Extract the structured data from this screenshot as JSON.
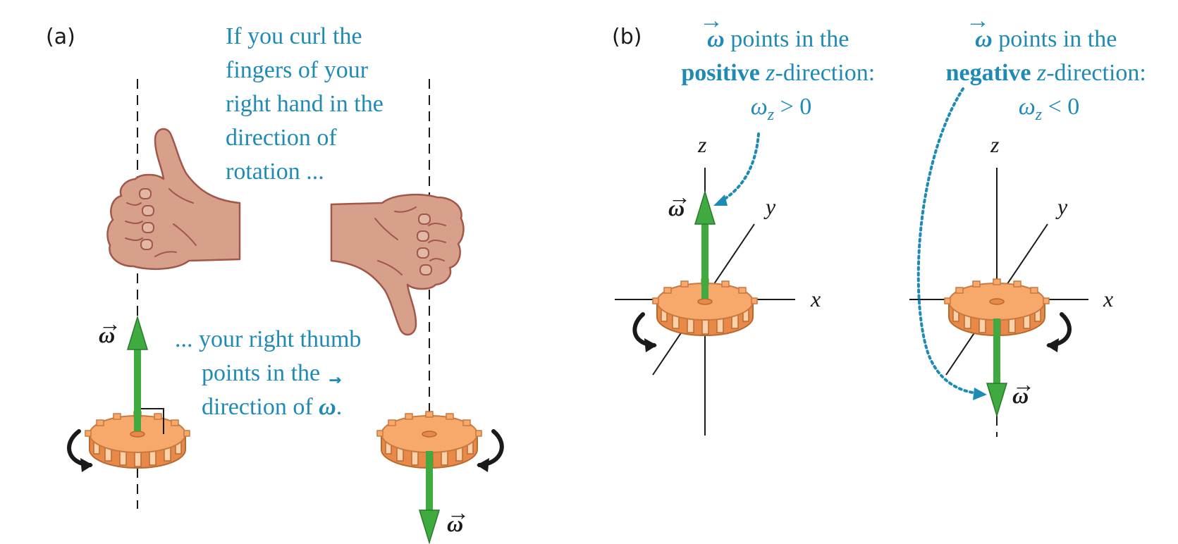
{
  "panel_a": {
    "label": "(a)",
    "caption_top": [
      "If you curl the",
      "fingers of your",
      "right hand in the",
      "direction of",
      "rotation ..."
    ],
    "caption_bottom": [
      "... your right thumb",
      "points in the",
      "direction of "
    ],
    "caption_bottom_symbol": "ω",
    "caption_bottom_end": ".",
    "omega_up": "ω",
    "omega_down": "ω"
  },
  "panel_b": {
    "label": "(b)",
    "left_caption": {
      "symbol": "ω",
      "line1_rest": " points in the",
      "line2_bold": "positive",
      "line2_z": " z",
      "line2_rest": "-direction:",
      "line3_sym": "ω",
      "line3_sub": "z",
      "line3_rest": " > 0"
    },
    "right_caption": {
      "symbol": "ω",
      "line1_rest": " points in the",
      "line2_bold": "negative",
      "line2_z": " z",
      "line2_rest": "-direction:",
      "line3_sym": "ω",
      "line3_sub": "z",
      "line3_rest": " < 0"
    },
    "axes": {
      "z": "z",
      "y": "y",
      "x": "x"
    },
    "omega_left": "ω",
    "omega_right": "ω"
  },
  "colors": {
    "caption_blue": "#1f8bb5",
    "arrow_green": "#3faa3f",
    "gear_orange": "#f7a96b",
    "hand_skin": "#d6a08b"
  }
}
